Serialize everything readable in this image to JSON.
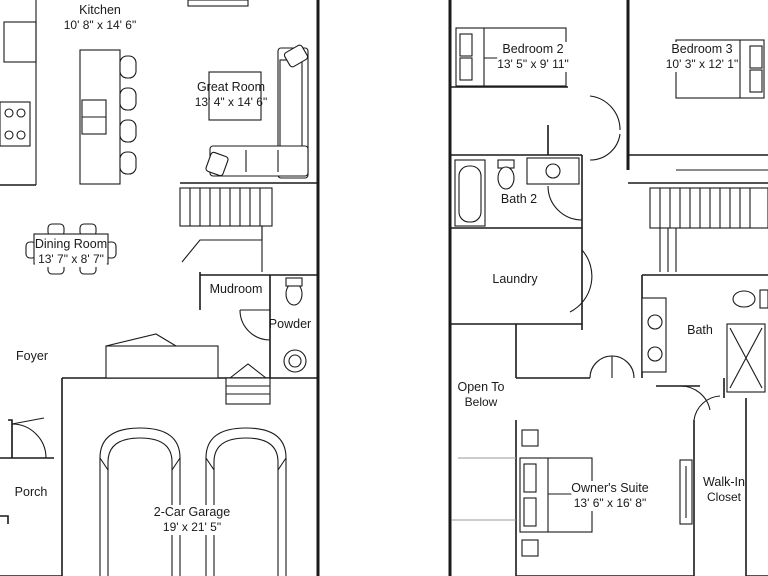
{
  "rooms": {
    "kitchen": {
      "name": "Kitchen",
      "dim": "10' 8\" x 14' 6\""
    },
    "great_room": {
      "name": "Great Room",
      "dim": "13' 4\" x 14' 6\""
    },
    "dining_room": {
      "name": "Dining Room",
      "dim": "13' 7\" x 8' 7\""
    },
    "mudroom": {
      "name": "Mudroom"
    },
    "powder": {
      "name": "Powder"
    },
    "foyer": {
      "name": "Foyer"
    },
    "porch": {
      "name": "Porch"
    },
    "garage": {
      "name": "2-Car Garage",
      "dim": "19' x 21' 5\""
    },
    "bedroom2": {
      "name": "Bedroom 2",
      "dim": "13' 5\" x 9' 11\""
    },
    "bedroom3": {
      "name": "Bedroom 3",
      "dim": "10' 3\" x 12' 1\""
    },
    "bath2": {
      "name": "Bath 2"
    },
    "laundry": {
      "name": "Laundry"
    },
    "bath": {
      "name": "Bath"
    },
    "open_to_below": {
      "name": "Open To",
      "name2": "Below"
    },
    "owners_suite": {
      "name": "Owner's Suite",
      "dim": "13' 6\" x 16' 8\""
    },
    "walk_in_closet": {
      "name": "Walk-In",
      "name2": "Closet"
    }
  }
}
